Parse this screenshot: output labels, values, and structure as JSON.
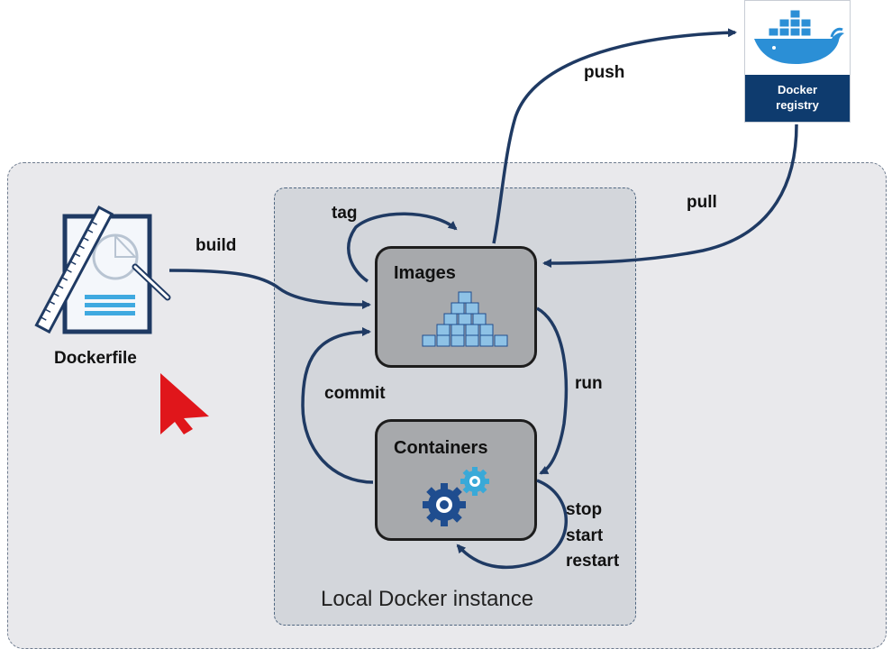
{
  "diagram": {
    "local_instance_label": "Local Docker instance",
    "dockerfile_label": "Dockerfile",
    "images_label": "Images",
    "containers_label": "Containers",
    "registry": {
      "line1": "Docker",
      "line2": "registry"
    },
    "edges": {
      "build": "build",
      "tag": "tag",
      "push": "push",
      "pull": "pull",
      "run": "run",
      "commit": "commit",
      "stop": "stop",
      "start": "start",
      "restart": "restart"
    }
  },
  "colors": {
    "arrow": "#1f3a63",
    "image_cubes": "#8ec2e6",
    "gear_dark": "#1f4d8f",
    "gear_light": "#39a9d8",
    "registry_band": "#0e3b6e",
    "whale": "#2b8fd6",
    "pointer": "#e0161b"
  },
  "icons": [
    "dockerfile-icon",
    "image-cubes-icon",
    "gears-icon",
    "docker-whale-icon",
    "mouse-pointer-icon"
  ]
}
